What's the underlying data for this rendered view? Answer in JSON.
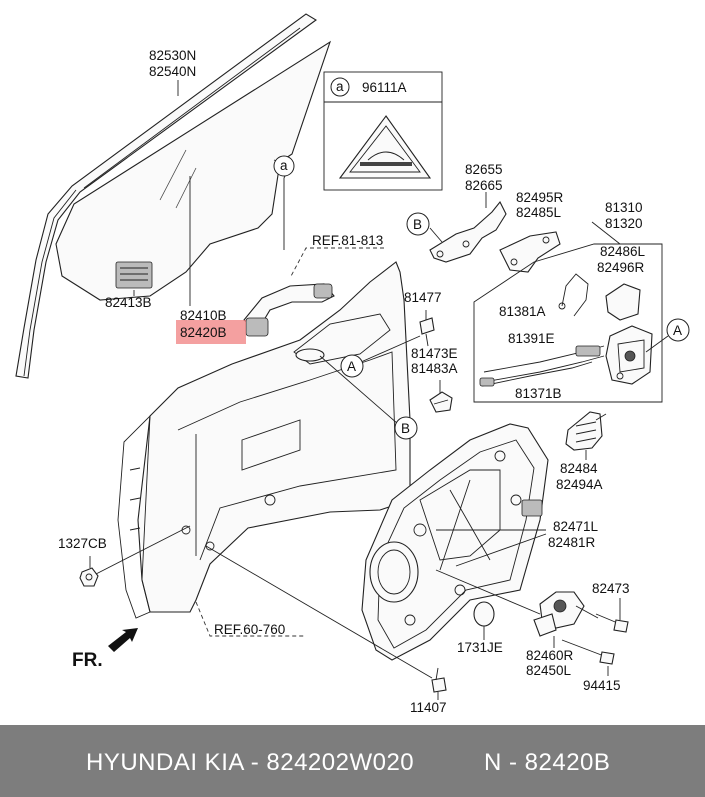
{
  "footer": {
    "brand_line": "HYUNDAI  KIA - 824202W020",
    "ref_line": "N - 82420B"
  },
  "labels": {
    "glass_a": "82530N",
    "glass_b": "82540N",
    "callout_a_box": "96111A",
    "molding": "82413B",
    "handle_a": "82410B",
    "handle_b": "82420B",
    "ref_handle": "REF.81-813",
    "bracket_a": "82655",
    "bracket_b": "82665",
    "bracket_c": "82495R",
    "bracket_d": "82485L",
    "latch_a": "81310",
    "latch_b": "81320",
    "latch_c": "82486L",
    "latch_d": "82496R",
    "cable_a": "81381A",
    "cable_b": "81391E",
    "cable_c": "81371B",
    "bolt_top": "81477",
    "striker_a": "81473E",
    "striker_b": "81483A",
    "check_a": "82484",
    "check_b": "82494A",
    "regulator_a": "82471L",
    "regulator_b": "82481R",
    "nut": "1327CB",
    "ref_door": "REF.60-760",
    "screw_a": "82473",
    "plug": "1731JE",
    "motor_a": "82460R",
    "motor_b": "82450L",
    "screw_b": "94415",
    "bolt_bottom": "11407",
    "front_mark": "FR.",
    "circle_a": "a",
    "circle_big_a": "A",
    "circle_big_b": "B"
  }
}
